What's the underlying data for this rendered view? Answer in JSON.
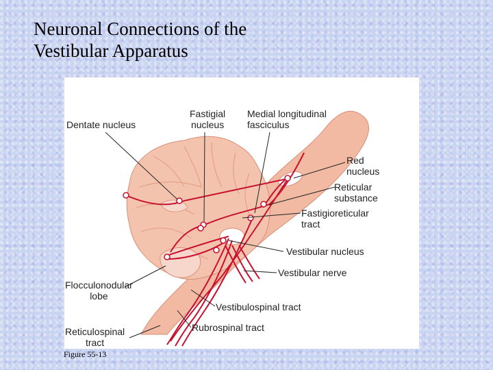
{
  "title": {
    "line1": "Neuronal Connections of the",
    "line2": "Vestibular Apparatus"
  },
  "labels": {
    "dentate_nucleus": "Dentate nucleus",
    "fastigial_nucleus": [
      "Fastigial",
      "nucleus"
    ],
    "medial_longitudinal_fasciculus": [
      "Medial longitudinal",
      "fasciculus"
    ],
    "red_nucleus": [
      "Red",
      "nucleus"
    ],
    "reticular_substance": [
      "Reticular",
      "substance"
    ],
    "fastigioreticular_tract": [
      "Fastigioreticular",
      "tract"
    ],
    "vestibular_nucleus": "Vestibular nucleus",
    "vestibular_nerve": "Vestibular nerve",
    "flocculonodular_lobe": [
      "Flocculonodular",
      "lobe"
    ],
    "vestibulospinal_tract": "Vestibulospinal tract",
    "rubrospinal_tract": "Rubrospinal tract",
    "reticulospinal_tract": [
      "Reticulospinal",
      "tract"
    ]
  },
  "caption": "Figure 55-13",
  "colors": {
    "tract_red": "#c8102e",
    "cerebellum_fill": "#f4c3ad",
    "brainstem_fill": "#f2b9a3",
    "nucleus_fill": "#f7d6cc",
    "leader_line": "#222222"
  }
}
